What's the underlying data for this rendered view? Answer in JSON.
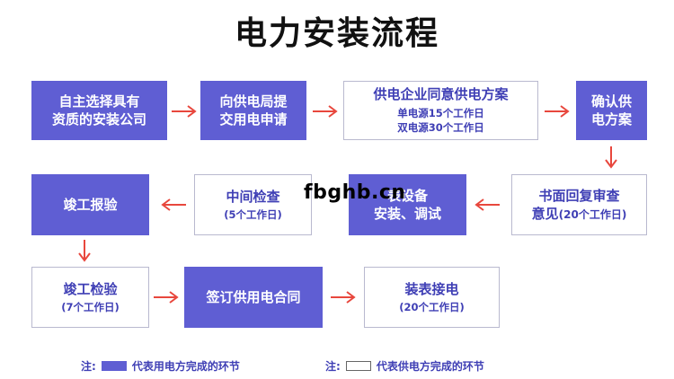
{
  "title": "电力安装流程",
  "colors": {
    "filled": "#5f5ed3",
    "outline_text": "#3f3fb5",
    "arrow": "#e8473d"
  },
  "steps": [
    {
      "lines": [
        "自主选择具有",
        "资质的安装公司"
      ],
      "sub": []
    },
    {
      "lines": [
        "向供电局提",
        "交用电申请"
      ],
      "sub": []
    },
    {
      "lines": [
        "供电企业同意供电方案"
      ],
      "sub": [
        "单电源15个工作日",
        "双电源30个工作日"
      ]
    },
    {
      "lines": [
        "确认供",
        "电方案"
      ],
      "sub": []
    },
    {
      "lines": [
        "书面回复审查",
        "意见"
      ],
      "sub": [
        "(20个工作日)"
      ]
    },
    {
      "lines": [
        "表设备",
        "安装、调试"
      ],
      "sub": []
    },
    {
      "lines": [
        "中间检查"
      ],
      "sub": [
        "(5个工作日)"
      ]
    },
    {
      "lines": [
        "竣工报验"
      ],
      "sub": []
    },
    {
      "lines": [
        "竣工检验"
      ],
      "sub": [
        "(7个工作日)"
      ]
    },
    {
      "lines": [
        "签订供用电合同"
      ],
      "sub": []
    },
    {
      "lines": [
        "装表接电"
      ],
      "sub": [
        "(20个工作日)"
      ]
    }
  ],
  "watermark": "fbghb.cn",
  "legend": {
    "filled_prefix": "注:",
    "filled_text": "代表用电方完成的环节",
    "outline_prefix": "注:",
    "outline_text": "代表供电方完成的环节"
  }
}
